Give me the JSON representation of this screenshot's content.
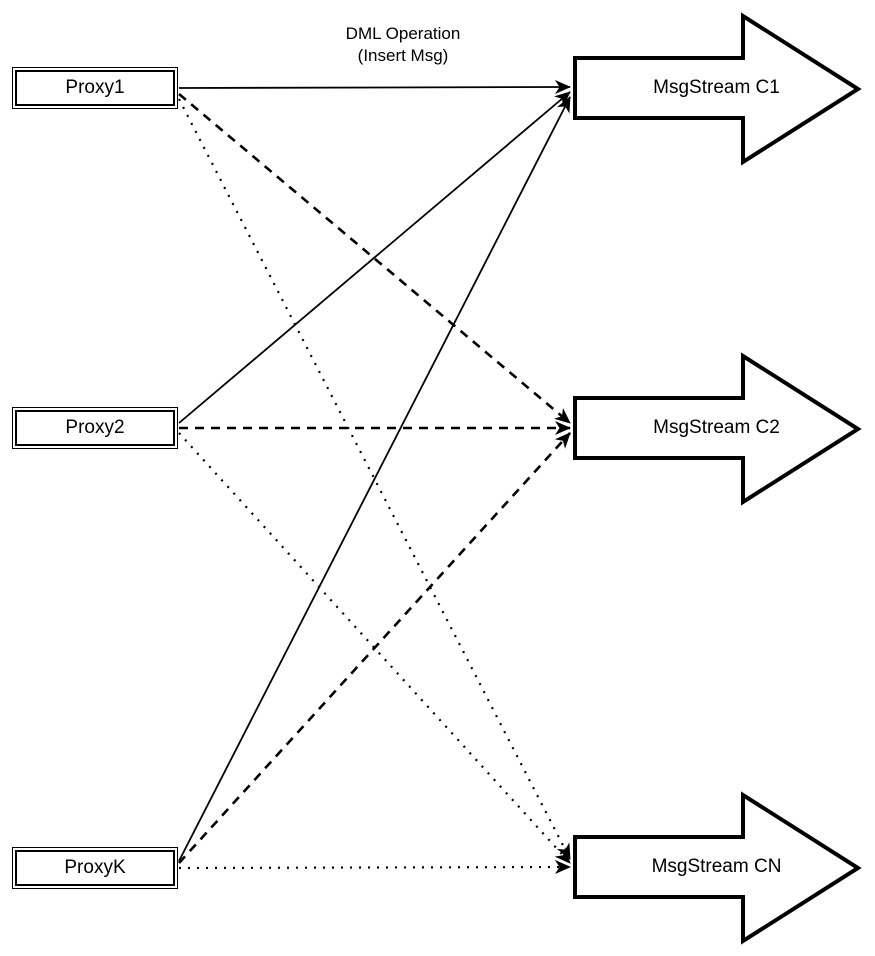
{
  "colors": {
    "ink": "#000000",
    "background": "#ffffff"
  },
  "caption": {
    "line1": "DML Operation",
    "line2": "(Insert Msg)"
  },
  "proxies": [
    {
      "label": "Proxy1"
    },
    {
      "label": "Proxy2"
    },
    {
      "label": "ProxyK"
    }
  ],
  "streams": [
    {
      "label": "MsgStream C1"
    },
    {
      "label": "MsgStream C2"
    },
    {
      "label": "MsgStream CN"
    }
  ],
  "edges": [
    {
      "from": "Proxy1",
      "to": "MsgStream C1",
      "style": "solid",
      "label": "DML Operation (Insert Msg)"
    },
    {
      "from": "Proxy2",
      "to": "MsgStream C1",
      "style": "solid"
    },
    {
      "from": "ProxyK",
      "to": "MsgStream C1",
      "style": "solid"
    },
    {
      "from": "Proxy1",
      "to": "MsgStream C2",
      "style": "dashed"
    },
    {
      "from": "Proxy2",
      "to": "MsgStream C2",
      "style": "dashed"
    },
    {
      "from": "ProxyK",
      "to": "MsgStream C2",
      "style": "dashed"
    },
    {
      "from": "Proxy1",
      "to": "MsgStream CN",
      "style": "dotted"
    },
    {
      "from": "Proxy2",
      "to": "MsgStream CN",
      "style": "dotted"
    },
    {
      "from": "ProxyK",
      "to": "MsgStream CN",
      "style": "dotted"
    }
  ]
}
